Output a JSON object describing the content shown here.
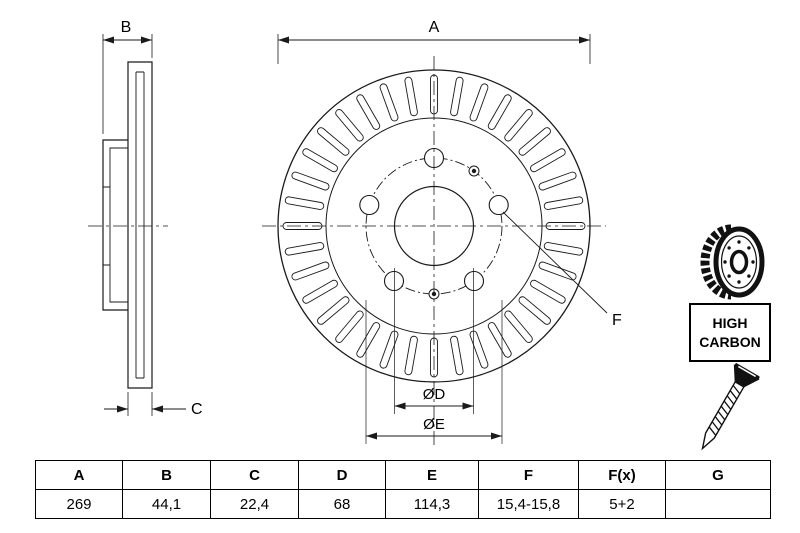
{
  "drawing": {
    "labels": {
      "a": "A",
      "b": "B",
      "c": "C",
      "d": "ØD",
      "e": "ØE",
      "f": "F"
    }
  },
  "badges": {
    "high_carbon_line1": "HIGH",
    "high_carbon_line2": "CARBON"
  },
  "table": {
    "headers": [
      "A",
      "B",
      "C",
      "D",
      "E",
      "F",
      "F(x)",
      "G"
    ],
    "values": [
      "269",
      "44,1",
      "22,4",
      "68",
      "114,3",
      "15,4-15,8",
      "5+2",
      ""
    ]
  },
  "colors": {
    "line": "#1a1a1a",
    "background": "#ffffff"
  }
}
